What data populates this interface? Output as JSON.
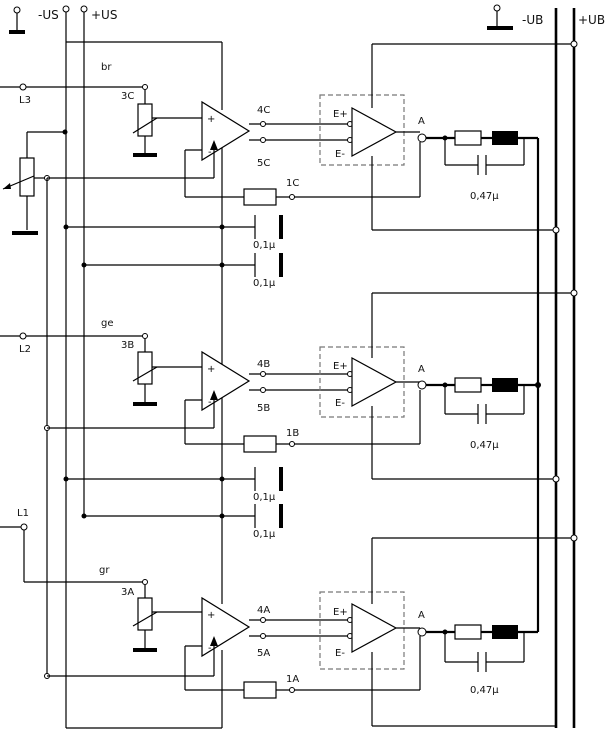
{
  "supply": {
    "minus_us": "-US",
    "plus_us": "+US",
    "minus_ub": "-UB",
    "plus_ub": "+UB"
  },
  "channels": [
    {
      "line_label": "L3",
      "color_code": "br",
      "pot_pin": "3C",
      "out_plus_pin": "4C",
      "out_minus_pin": "5C",
      "fb_pin": "1C",
      "amp_plus": "+",
      "amp_minus": "-",
      "e_plus": "E+",
      "e_minus": "E-",
      "output_label": "A",
      "cap_label": "0,47µ"
    },
    {
      "line_label": "L2",
      "color_code": "ge",
      "pot_pin": "3B",
      "out_plus_pin": "4B",
      "out_minus_pin": "5B",
      "fb_pin": "1B",
      "amp_plus": "+",
      "amp_minus": "-",
      "e_plus": "E+",
      "e_minus": "E-",
      "output_label": "A",
      "cap_label": "0,47µ"
    },
    {
      "line_label": "L1",
      "color_code": "gr",
      "pot_pin": "3A",
      "out_plus_pin": "4A",
      "out_minus_pin": "5A",
      "fb_pin": "1A",
      "amp_plus": "+",
      "amp_minus": "-",
      "e_plus": "E+",
      "e_minus": "E-",
      "output_label": "A",
      "cap_label": "0,47µ"
    }
  ],
  "decoupling_caps": [
    "0,1µ",
    "0,1µ",
    "0,1µ",
    "0,1µ"
  ]
}
